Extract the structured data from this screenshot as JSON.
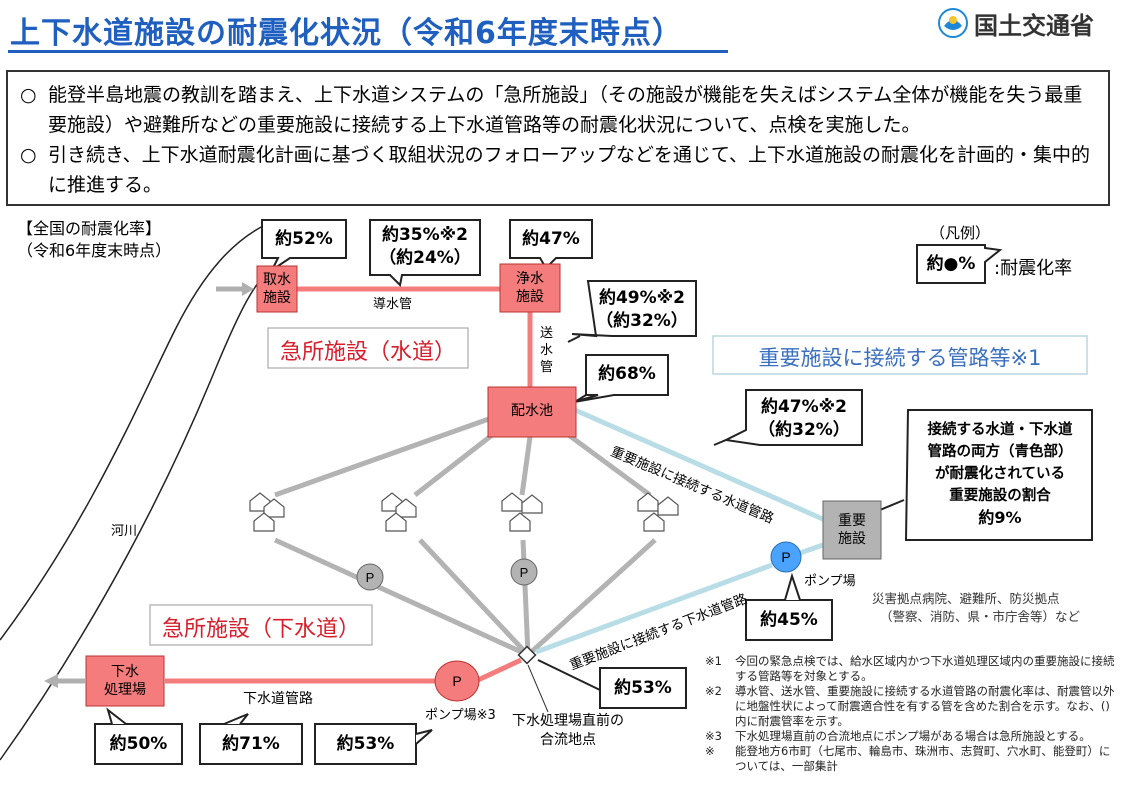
{
  "title": "上下水道施設の耐震化状況（令和6年度末時点）",
  "logo": {
    "name": "国土交通省",
    "icon": "mlit-logo-icon"
  },
  "intro": [
    {
      "mark": "○",
      "text": "能登半島地震の教訓を踏まえ、上下水道システムの「急所施設」（その施設が機能を失えばシステム全体が機能を失う最重要施設）や避難所などの重要施設に接続する上下水道管路等の耐震化状況について、点検を実施した。"
    },
    {
      "mark": "○",
      "text": "引き続き、上下水道耐震化計画に基づく取組状況のフォローアップなどを通じて、上下水道施設の耐震化を計画的・集中的に推進する。"
    }
  ],
  "national_rate": {
    "line1": "【全国の耐震化率】",
    "line2": "（令和6年度末時点）"
  },
  "legend": {
    "title": "（凡例）",
    "sample": "約●%",
    "meaning": ":耐震化率"
  },
  "facilities": {
    "intake": "取水\n施設",
    "purification": "浄水\n施設",
    "reservoir": "配水池",
    "important": "重要\n施設",
    "treatment": "下水\n処理場"
  },
  "pipes": {
    "conveyance": "導水管",
    "transmission": "送\n水\n管",
    "water_to_important": "重要施設に接続する水道管路",
    "sewer_to_important": "重要施設に接続する下水道管路",
    "sewer_main": "下水道管路",
    "river": "河川"
  },
  "headings": {
    "water": "急所施設（水道）",
    "sewer": "急所施設（下水道）",
    "important_pipes": "重要施設に接続する管路等※1"
  },
  "callouts": {
    "intake": "約52%",
    "conveyance_1": "約35%※2",
    "conveyance_2": "（約24%）",
    "purification": "約47%",
    "transmission_1": "約49%※2",
    "transmission_2": "（約32%）",
    "reservoir": "約68%",
    "water_important_1": "約47%※2",
    "water_important_2": "（約32%）",
    "both_1": "接続する水道・下水道",
    "both_2": "管路の両方（青色部）",
    "both_3": "が耐震化されている",
    "both_4": "重要施設の割合",
    "both_5": "約9%",
    "pump_station": "約45%",
    "junction": "約53%",
    "treatment": "約50%",
    "sewer_main": "約71%",
    "pump3": "約53%"
  },
  "labels": {
    "pump_station": "ポンプ場",
    "pump3": "ポンプ場※3",
    "junction_1": "下水処理場直前の",
    "junction_2": "合流地点",
    "important_examples_1": "災害拠点病院、避難所、防災拠点",
    "important_examples_2": "（警察、消防、県・市庁舎等）など",
    "pump_symbol": "P"
  },
  "notes": [
    {
      "mark": "※1",
      "text": "今回の緊急点検では、給水区域内かつ下水道処理区域内の重要施設に接続する管路等を対象とする。"
    },
    {
      "mark": "※2",
      "text": "導水管、送水管、重要施設に接続する水道管路の耐震化率は、耐震管以外に地盤性状によって耐震適合性を有する管を含めた割合を示す。なお、()内に耐震管率を示す。"
    },
    {
      "mark": "※3",
      "text": "下水処理場直前の合流地点にポンプ場がある場合は急所施設とする。"
    },
    {
      "mark": "※",
      "text": "能登地方6市町（七尾市、輪島市、珠洲市、志賀町、穴水町、能登町）については、一部集計"
    }
  ],
  "colors": {
    "title": "#1f5fbf",
    "critical": "#f47c7c",
    "critical_text": "#d81e2a",
    "important_pipe": "#b9dde6",
    "gray_pipe": "#b3b3b3",
    "pump_blue": "#4aa3ff"
  }
}
